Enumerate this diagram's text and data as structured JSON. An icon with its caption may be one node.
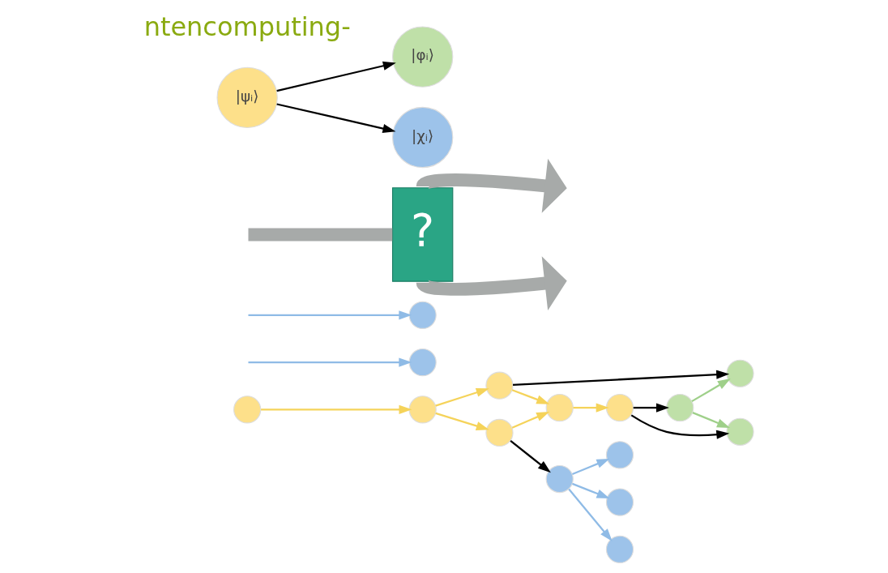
{
  "diagram": {
    "nodes": [
      {
        "text": [],
        "shape": "circle"
      },
      {
        "text": [],
        "shape": "circle"
      },
      {
        "text": [],
        "shape": "circle"
      },
      {
        "text": [],
        "shape": "circle"
      },
      {
        "text": [],
        "shape": "circle"
      },
      {
        "text": [],
        "shape": "circle"
      },
      {
        "text": [],
        "shape": "circle"
      },
      {
        "text": [],
        "shape": "circle"
      },
      {
        "text": [],
        "shape": "circle"
      },
      {
        "text": [],
        "shape": "circle"
      },
      {
        "text": [],
        "shape": "circle"
      },
      {
        "text": [],
        "shape": "circle"
      },
      {
        "text": [],
        "shape": "circle"
      },
      {
        "text": [],
        "shape": "circle"
      },
      {
        "text": [],
        "shape": "circle"
      },
      {
        "text": [
          "?"
        ]
      },
      {
        "text": [
          "|ψᵢ⟩"
        ]
      },
      {
        "text": [
          "|φᵢ⟩"
        ]
      },
      {
        "text": [
          "|χᵢ⟩"
        ]
      }
    ],
    "edges": [
      {
        "from": 0,
        "to": 1,
        "arrow": "to",
        "color": "#f5d35a"
      },
      {
        "from": 1,
        "to": 2,
        "arrow": "to",
        "color": "#f5d35a"
      },
      {
        "from": 1,
        "to": 6,
        "arrow": "to",
        "color": "#f5d35a"
      },
      {
        "from": 2,
        "to": 7,
        "arrow": "to",
        "color": "#f5d35a"
      },
      {
        "from": 6,
        "to": 7,
        "arrow": "to",
        "color": "#f5d35a"
      },
      {
        "from": 7,
        "to": 8,
        "arrow": "to",
        "color": "#f5d35a"
      },
      {
        "from": 2,
        "to": 3,
        "arrow": "to",
        "color": "#000000"
      },
      {
        "from": 8,
        "to": 4,
        "arrow": "to",
        "color": "#000000"
      },
      {
        "from": 8,
        "to": 5,
        "arrow": "to",
        "color": "#000000"
      },
      {
        "from": 4,
        "to": 3,
        "arrow": "to",
        "color": "#9fd08a"
      },
      {
        "from": 4,
        "to": 5,
        "arrow": "to",
        "color": "#9fd08a"
      },
      {
        "from": 6,
        "to": 10,
        "arrow": "to",
        "color": "#000000"
      },
      {
        "from": 10,
        "to": 9,
        "arrow": "to",
        "color": "#8fbbe6"
      },
      {
        "from": 10,
        "to": 11,
        "arrow": "to",
        "color": "#8fbbe6"
      },
      {
        "from": 10,
        "to": 12,
        "arrow": "to",
        "color": "#8fbbe6"
      },
      {
        "from": null,
        "to": 13,
        "arrow": "to",
        "color": "#8fbbe6"
      },
      {
        "from": null,
        "to": 14,
        "arrow": "to",
        "color": "#8fbbe6"
      },
      {
        "from": null,
        "to": 15,
        "arrow": "none",
        "style": "thick",
        "color": "#a7aaa9"
      },
      {
        "from": 15,
        "to": null,
        "arrow": "to",
        "style": "thick",
        "color": "#a7aaa9"
      },
      {
        "from": 15,
        "to": null,
        "arrow": "to",
        "style": "thick",
        "color": "#a7aaa9"
      },
      {
        "from": 16,
        "to": 17,
        "arrow": "to",
        "color": "#000000"
      },
      {
        "from": 16,
        "to": 18,
        "arrow": "to",
        "color": "#000000"
      }
    ],
    "labels": [
      "ntencomputing-"
    ]
  }
}
